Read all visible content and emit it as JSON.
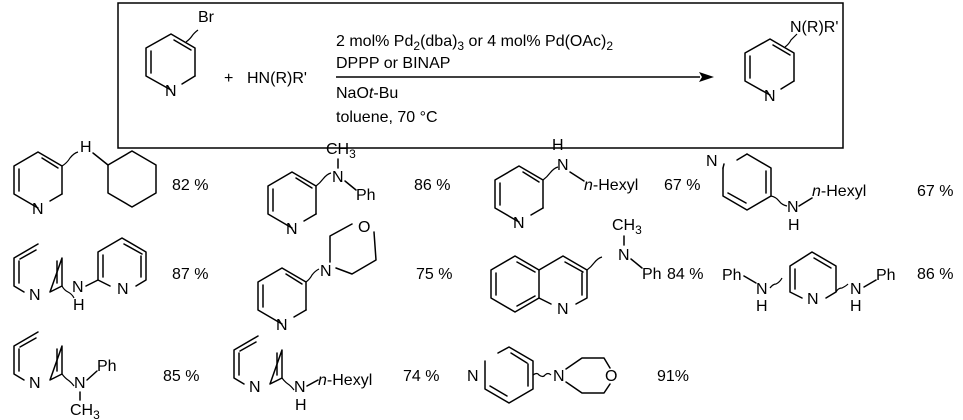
{
  "reaction": {
    "reactant_substituent": "Br",
    "reactant_ring_atom": "N",
    "plus_sign": "+",
    "amine": "HN(R)R'",
    "conditions": {
      "catalyst_a_prefix": "2 mol% Pd",
      "catalyst_a_sub1": "2",
      "catalyst_a_mid": "(dba)",
      "catalyst_a_sub2": "3",
      "catalyst_b": " or 4 mol% Pd(OAc)",
      "catalyst_b_sub": "2",
      "ligand": "DPPP or BINAP",
      "base_prefix": "NaO",
      "base_italic": "t",
      "base_suffix": "-Bu",
      "solvent": "toluene, 70 °C"
    },
    "product_substituent": "N(R)R'",
    "product_ring_atom": "N"
  },
  "products": [
    {
      "yield": "82 %",
      "amine_label": "H"
    },
    {
      "yield": "86 %",
      "methyl": "CH",
      "methyl_sub": "3",
      "amine_label": "N",
      "phenyl": "Ph"
    },
    {
      "yield": "67 %",
      "amine_label": "H",
      "amine_n": "N",
      "alkyl_prefix": "n",
      "alkyl_suffix": "-Hexyl"
    },
    {
      "yield": "67 %",
      "amine_label": "N",
      "amine_h": "H",
      "alkyl_prefix": "n",
      "alkyl_suffix": "-Hexyl"
    },
    {
      "yield": "87 %",
      "amine_label": "N",
      "amine_h": "H"
    },
    {
      "yield": "75 %",
      "amine_label": "N",
      "ring_o": "O"
    },
    {
      "yield": "84 %",
      "methyl": "CH",
      "methyl_sub": "3",
      "amine_label": "N",
      "phenyl": "Ph"
    },
    {
      "yield": "86 %",
      "phenyl": "Ph",
      "amine_label": "N",
      "amine_h": "H"
    },
    {
      "yield": "85 %",
      "amine_label": "N",
      "phenyl": "Ph",
      "methyl": "CH",
      "methyl_sub": "3"
    },
    {
      "yield": "74 %",
      "amine_label": "N",
      "amine_h": "H",
      "alkyl_prefix": "n",
      "alkyl_suffix": "-Hexyl"
    },
    {
      "yield": "91%",
      "amine_label": "N",
      "ring_o": "O"
    }
  ],
  "ring_atom": "N"
}
